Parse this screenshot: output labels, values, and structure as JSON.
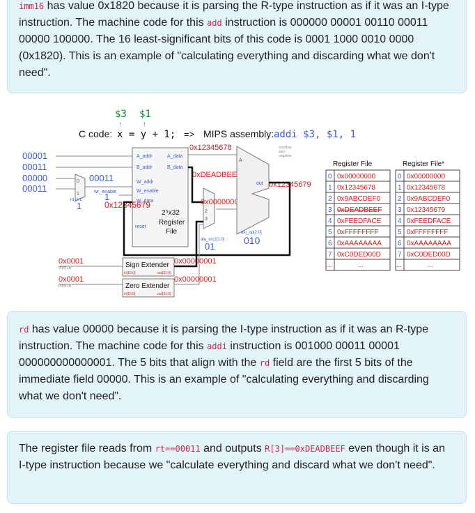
{
  "card1": {
    "code_imm16": "imm16",
    "t1": " has value 0x1820 because it is parsing the R-type instruction as if it was an I-type instruction. The machine code for this ",
    "code_add": "add",
    "t2": " instruction is 000000 00001 00110 00011 00000 100000. The 16 least-significant bits of this code is 0001 1000 0010 0000 (0x1820). This is an example of \"calculating everything and discarding what we don't need\"."
  },
  "card2": {
    "code_rd": "rd",
    "t1": " has value 00000 because it is parsing the I-type instruction as if it was an R-type instruction. The machine code for this ",
    "code_addi": "addi",
    "t2": " instruction is 001000 00011 00001 000000000000001. The 5 bits that align with the ",
    "code_rd2": "rd",
    "t3": " field are the first 5 bits of the immediate field 00000. This is an example of \"calculating everything and discarding what we don't need\"."
  },
  "card3": {
    "t1": "The register file reads from ",
    "code_rt": "rt==00011",
    "t2": " and outputs ",
    "code_r3": "R[3]==0xDEADBEEF",
    "t3": " even though it is an I-type instruction because we \"calculate everything and discard what we don't need\"."
  },
  "diagram": {
    "reg_labels": [
      "$3",
      "$1"
    ],
    "c_code_prefix": "C code: ",
    "c_code": "x  =  y  + 1;",
    "arrow": "=>",
    "mips_prefix": "MIPS assembly: ",
    "mips_code": "addi $3, $1, 1",
    "left_bits": [
      "00001",
      "00011",
      "00000",
      "00011"
    ],
    "mux_out": "00011",
    "rd_src": "1",
    "wdata_val": "0x12345679",
    "a_data_val": "0x12345678",
    "b_data_val": "0xDEADBEEF",
    "alu_in_b": "0x00000001",
    "alu_out": "0x12345679",
    "alu_src2": "01",
    "alu_op": "010",
    "sign_ext_in": "0x0001",
    "sign_ext_out": "0x00000001",
    "zero_ext_in": "0x0001",
    "zero_ext_out": "0x00000001",
    "regfile_labels": [
      "A_addr",
      "A_data",
      "B_addr",
      "B_data",
      "W_addr",
      "W_enable",
      "W_data",
      "reset",
      "2⁵x32",
      "Register",
      "File",
      "wr_enable",
      "rd_src"
    ],
    "sign_ext_label": "Sign Extender",
    "zero_ext_label": "Zero Extender",
    "imm16_label": "imm16",
    "rf_before_title": "Register File",
    "rf_after_title": "Register File*",
    "rf_before": [
      "0x00000000",
      "0x12345678",
      "0x9ABCDEF0",
      "0xDEADBEEF",
      "0xFEEDFACE",
      "0xFFFFFFFF",
      "0xAAAAAAAA",
      "0xC0DED00D"
    ],
    "rf_after": [
      "0x00000000",
      "0x12345678",
      "0x9ABCDEF0",
      "0x12345679",
      "0xFEEDFACE",
      "0xFFFFFFFF",
      "0xAAAAAAAA",
      "0xC0DED00D"
    ],
    "ellipsis": "...",
    "colors": {
      "red": "#d41c1c",
      "teal": "#1f8a8a",
      "green": "#0e8a2e",
      "blue": "#3a5ad8"
    }
  }
}
